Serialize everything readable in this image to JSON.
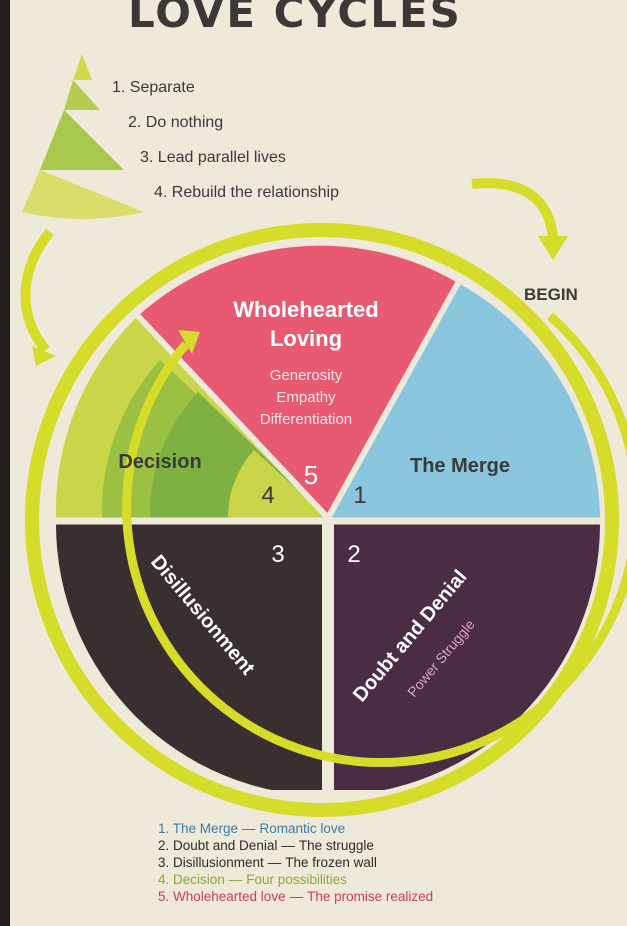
{
  "title": "LOVE CYCLES",
  "options": [
    "1. Separate",
    "2. Do nothing",
    "3. Lead parallel lives",
    "4. Rebuild the relationship"
  ],
  "begin_label": "BEGIN",
  "segments": {
    "s5": {
      "number": "5",
      "title_line1": "Wholehearted",
      "title_line2": "Loving",
      "sub": [
        "Generosity",
        "Empathy",
        "Differentiation"
      ]
    },
    "s1": {
      "number": "1",
      "title": "The Merge"
    },
    "s2": {
      "number": "2",
      "title": "Doubt and Denial",
      "sub": "Power Struggle"
    },
    "s3": {
      "number": "3",
      "title": "Disillusionment"
    },
    "s4": {
      "number": "4",
      "title": "Decision"
    }
  },
  "legend": [
    {
      "stage": "1. The Merge",
      "desc": "Romantic love",
      "color": "#3a7ca8"
    },
    {
      "stage": "2. Doubt and Denial",
      "desc": "The struggle",
      "color": "#2e2a2a"
    },
    {
      "stage": "3. Disillusionment",
      "desc": "The frozen wall",
      "color": "#2e2a2a"
    },
    {
      "stage": "4. Decision",
      "desc": "Four possibilities",
      "color": "#8aa83a"
    },
    {
      "stage": "5. Wholehearted love",
      "desc": "The promise realized",
      "color": "#d23a55"
    }
  ],
  "colors": {
    "merge": "#8bc6df",
    "wholehearted": "#e85a72",
    "decision_light": "#c9d64a",
    "decision_mid": "#9cc142",
    "decision_dark": "#7fb042",
    "purple": "#4a2c43",
    "dark": "#3a2f30",
    "ring": "#d6dc2a"
  }
}
